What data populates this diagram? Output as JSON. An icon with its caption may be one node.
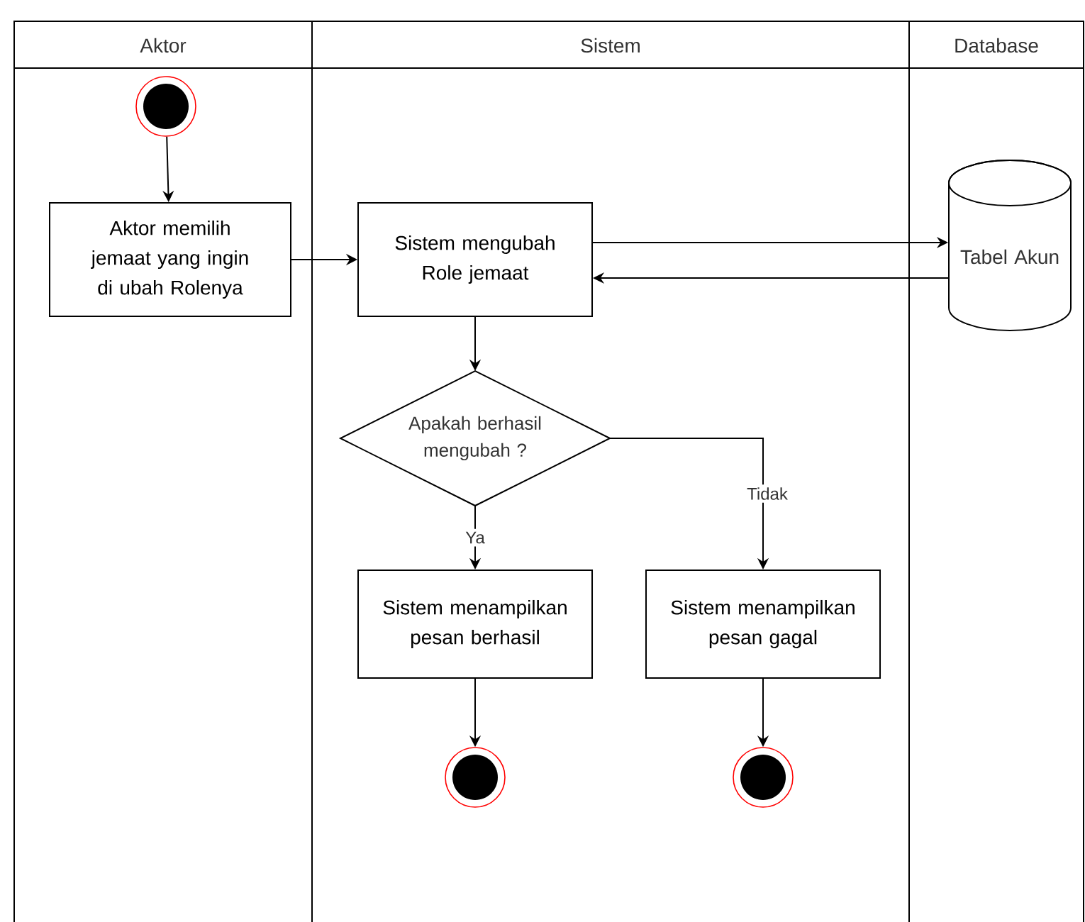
{
  "diagram": {
    "nodes": [
      {
        "text": [
          "Aktor"
        ]
      },
      {
        "text": [
          "Sistem"
        ]
      },
      {
        "text": [
          "Database"
        ]
      },
      {
        "text": [],
        "shape": "circle",
        "in": 0
      },
      {
        "text": [
          "Aktor memilih jemaat yang ingin di ubah Rolenya"
        ],
        "in": 0
      },
      {
        "text": [
          "Sistem mengubah Role jemaat"
        ],
        "in": 1
      },
      {
        "text": [
          "Tabel Akun"
        ],
        "in": 2
      },
      {
        "text": [
          "Apakah berhasil mengubah ?"
        ],
        "in": 1
      },
      {
        "text": [
          "Sistem menampilkan pesan berhasil"
        ],
        "in": 1
      },
      {
        "text": [
          "Sistem menampilkan pesan gagal"
        ],
        "in": 1
      },
      {
        "text": [],
        "shape": "circle",
        "in": 1
      },
      {
        "text": [],
        "shape": "circle",
        "in": 1
      }
    ],
    "edges": [
      {
        "from": 3,
        "to": 4,
        "arrow": "to"
      },
      {
        "from": 4,
        "to": 5,
        "arrow": "to"
      },
      {
        "from": 5,
        "to": 6,
        "arrow": "to"
      },
      {
        "from": 6,
        "to": 5,
        "arrow": "to"
      },
      {
        "from": 5,
        "to": 7,
        "arrow": "to"
      },
      {
        "from": 7,
        "to": 8,
        "label": "Ya",
        "arrow": "to"
      },
      {
        "from": 7,
        "to": 9,
        "label": "Tidak",
        "arrow": "to"
      },
      {
        "from": 8,
        "to": 10,
        "arrow": "to"
      },
      {
        "from": 9,
        "to": 11,
        "arrow": "to"
      }
    ]
  }
}
